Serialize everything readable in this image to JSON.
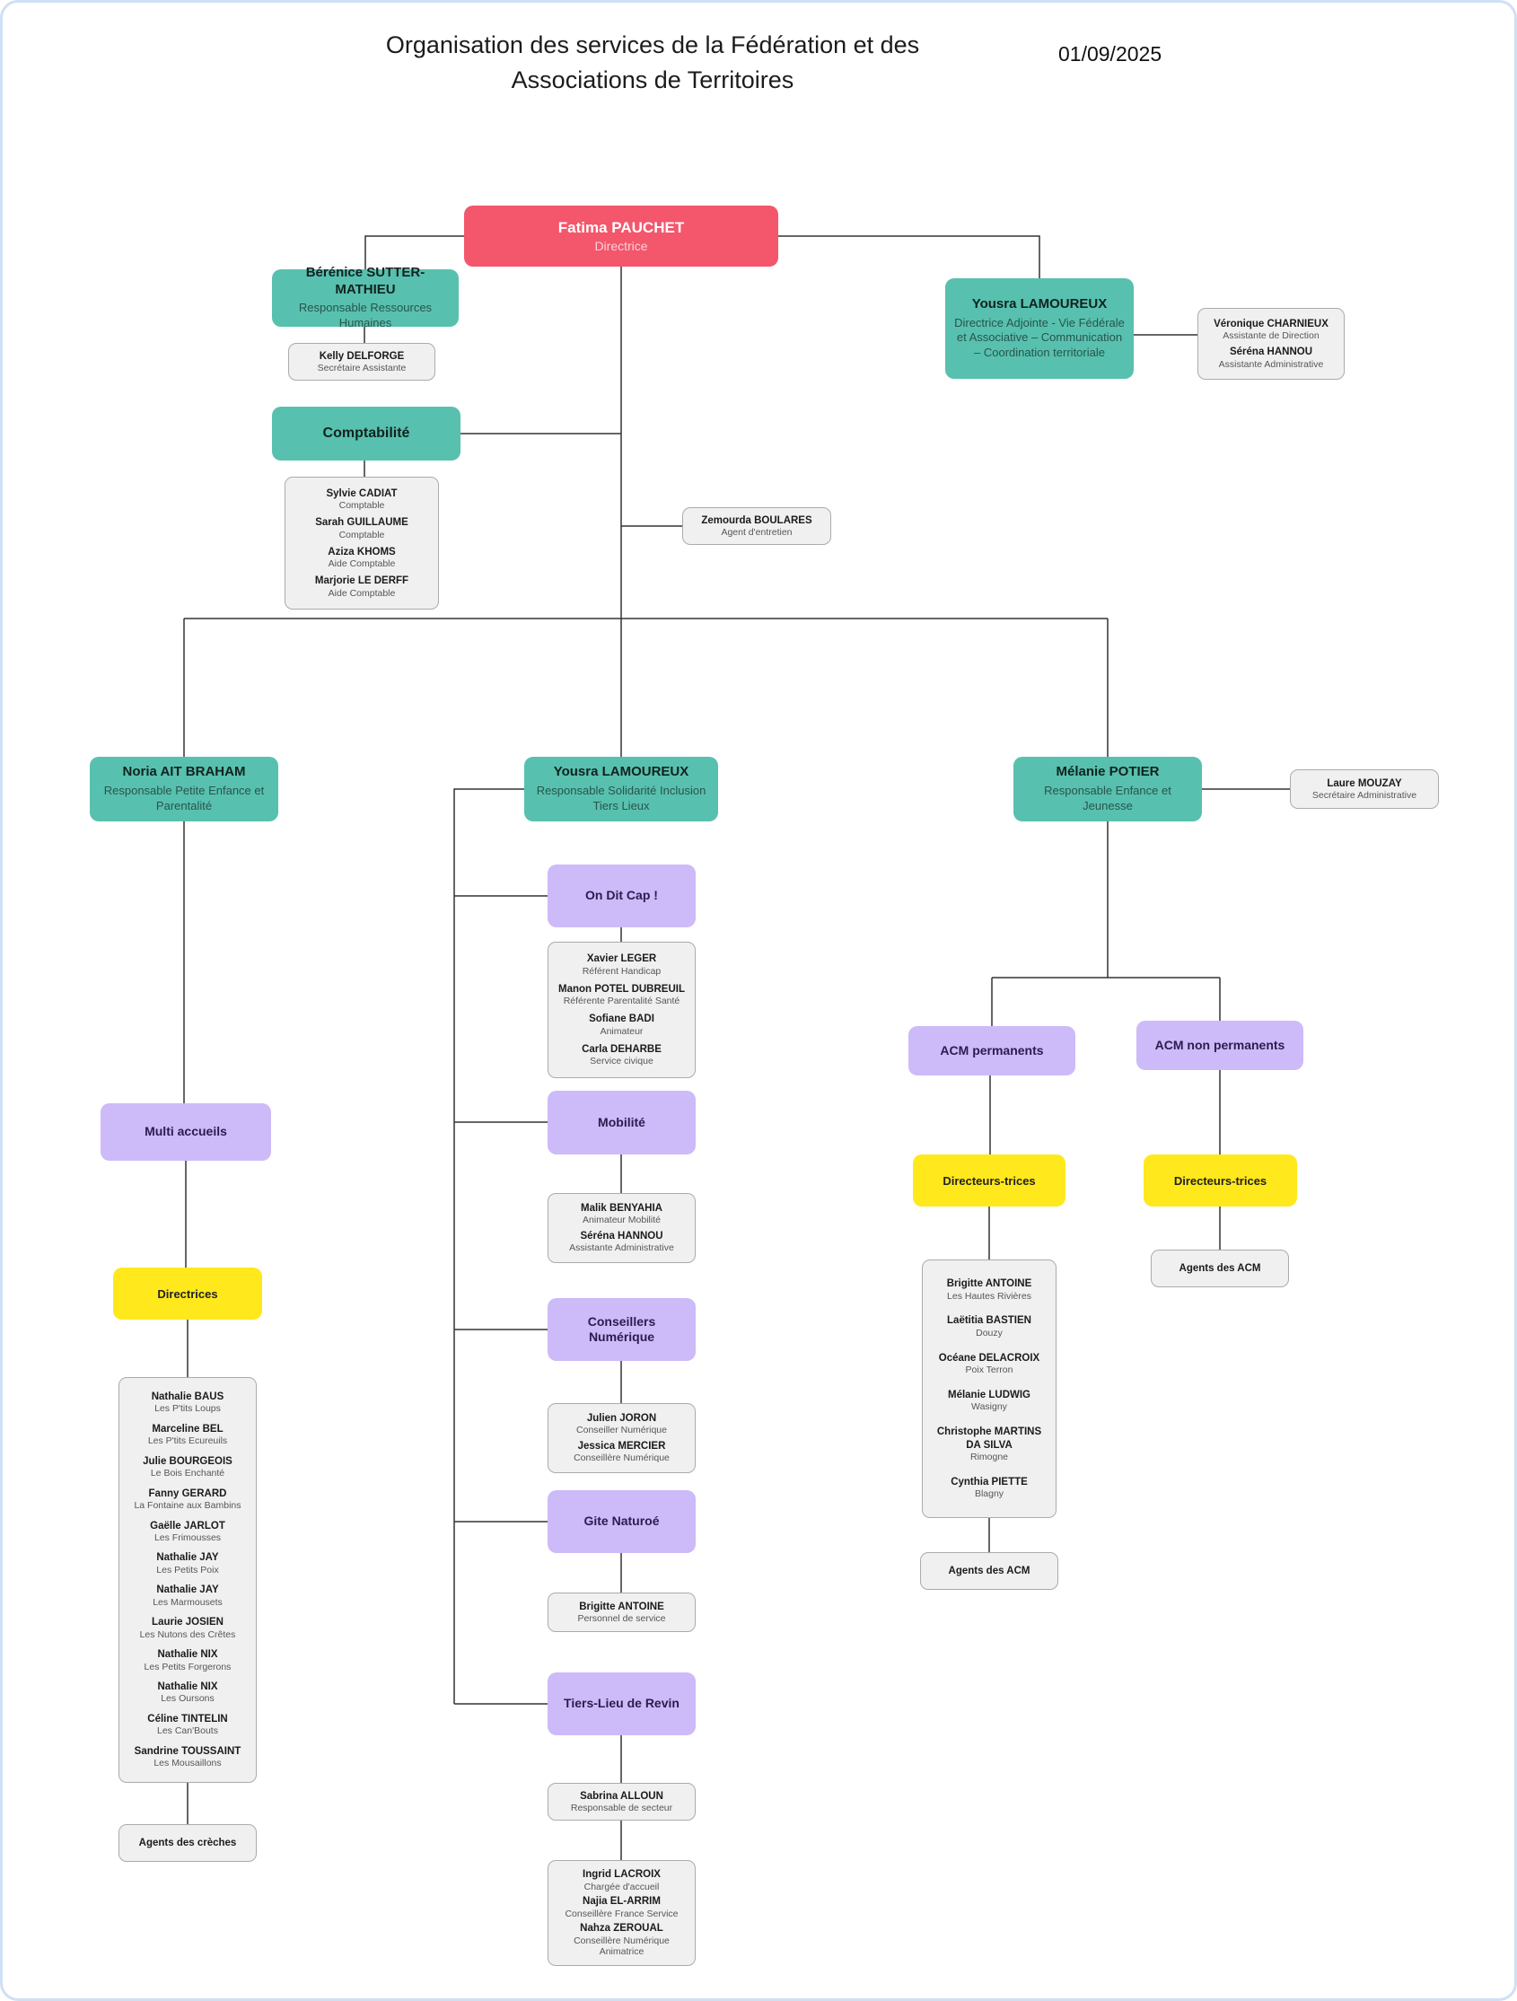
{
  "meta": {
    "title": "Organisation des services de la Fédération et des Associations de Territoires",
    "date": "01/09/2025"
  },
  "colors": {
    "director_red": "#F4566B",
    "manager_teal": "#58C0AF",
    "service_purple": "#CDBAF8",
    "role_yellow": "#FFE81C",
    "staff_gray": "#F0F0F0",
    "frame_blue": "#cfe0f4"
  },
  "nodes": {
    "fatima": {
      "name": "Fatima PAUCHET",
      "role": "Directrice"
    },
    "berenice": {
      "name": "Bérénice SUTTER-MATHIEU",
      "role": "Responsable Ressources Humaines"
    },
    "kelly": {
      "name": "Kelly DELFORGE",
      "role": "Secrétaire Assistante"
    },
    "yousra_adjointe": {
      "name": "Yousra LAMOUREUX",
      "role": "Directrice Adjointe - Vie Fédérale et Associative – Communication – Coordination territoriale"
    },
    "comptabilite": {
      "label": "Comptabilité"
    },
    "zemourda": {
      "name": "Zemourda BOULARES",
      "role": "Agent d'entretien"
    },
    "noria": {
      "name": "Noria AIT BRAHAM",
      "role": "Responsable Petite Enfance et Parentalité"
    },
    "yousra_solidarite": {
      "name": "Yousra LAMOUREUX",
      "role": "Responsable Solidarité Inclusion Tiers Lieux"
    },
    "melanie": {
      "name": "Mélanie POTIER",
      "role": "Responsable Enfance et Jeunesse"
    },
    "laure": {
      "name": "Laure MOUZAY",
      "role": "Secrétaire Administrative"
    },
    "multi_accueils": {
      "label": "Multi accueils"
    },
    "directrices": {
      "label": "Directrices"
    },
    "agents_creches": {
      "label": "Agents des crèches"
    },
    "on_dit_cap": {
      "label": "On Dit Cap !"
    },
    "mobilite": {
      "label": "Mobilité"
    },
    "conseillers_numerique": {
      "label": "Conseillers Numérique"
    },
    "gite_naturoe": {
      "label": "Gite Naturoé"
    },
    "tiers_lieu": {
      "label": "Tiers-Lieu de Revin"
    },
    "sabrina": {
      "name": "Sabrina ALLOUN",
      "role": "Responsable de secteur"
    },
    "acm_permanents": {
      "label": "ACM permanents"
    },
    "acm_non_permanents": {
      "label": "ACM non permanents"
    },
    "directeurs_permanents": {
      "label": "Directeurs-trices"
    },
    "directeurs_non_permanents": {
      "label": "Directeurs-trices"
    },
    "agents_acm_permanents": {
      "label": "Agents des ACM"
    },
    "agents_acm_non_permanents": {
      "label": "Agents des ACM"
    }
  },
  "staff": {
    "direction_assistantes": [
      {
        "name": "Véronique CHARNIEUX",
        "role": "Assistante de Direction"
      },
      {
        "name": "Séréna HANNOU",
        "role": "Assistante Administrative"
      }
    ],
    "comptabilite": [
      {
        "name": "Sylvie CADIAT",
        "role": "Comptable"
      },
      {
        "name": "Sarah GUILLAUME",
        "role": "Comptable"
      },
      {
        "name": "Aziza KHOMS",
        "role": "Aide Comptable"
      },
      {
        "name": "Marjorie LE DERFF",
        "role": "Aide Comptable"
      }
    ],
    "creches_directrices": [
      {
        "name": "Nathalie BAUS",
        "role": "Les P'tits Loups"
      },
      {
        "name": "Marceline BEL",
        "role": "Les P'tits Ecureuils"
      },
      {
        "name": "Julie BOURGEOIS",
        "role": "Le Bois Enchanté"
      },
      {
        "name": "Fanny GERARD",
        "role": "La Fontaine aux Bambins"
      },
      {
        "name": "Gaëlle JARLOT",
        "role": "Les Frimousses"
      },
      {
        "name": "Nathalie JAY",
        "role": "Les Petits Poix"
      },
      {
        "name": "Nathalie JAY",
        "role": "Les Marmousets"
      },
      {
        "name": "Laurie JOSIEN",
        "role": "Les Nutons des Crêtes"
      },
      {
        "name": "Nathalie NIX",
        "role": "Les Petits Forgerons"
      },
      {
        "name": "Nathalie NIX",
        "role": "Les Oursons"
      },
      {
        "name": "Céline TINTELIN",
        "role": "Les Can'Bouts"
      },
      {
        "name": "Sandrine TOUSSAINT",
        "role": "Les Mousaillons"
      }
    ],
    "on_dit_cap": [
      {
        "name": "Xavier LEGER",
        "role": "Référent Handicap"
      },
      {
        "name": "Manon POTEL DUBREUIL",
        "role": "Référente Parentalité Santé"
      },
      {
        "name": "Sofiane BADI",
        "role": "Animateur"
      },
      {
        "name": "Carla DEHARBE",
        "role": "Service civique"
      }
    ],
    "mobilite": [
      {
        "name": "Malik BENYAHIA",
        "role": "Animateur Mobilité"
      },
      {
        "name": "Séréna HANNOU",
        "role": "Assistante Administrative"
      }
    ],
    "conseillers_numerique": [
      {
        "name": "Julien JORON",
        "role": "Conseiller Numérique"
      },
      {
        "name": "Jessica MERCIER",
        "role": "Conseillère Numérique"
      }
    ],
    "gite_naturoe": [
      {
        "name": "Brigitte ANTOINE",
        "role": "Personnel de service"
      }
    ],
    "tiers_lieu": [
      {
        "name": "Ingrid LACROIX",
        "role": "Chargée d'accueil"
      },
      {
        "name": "Najia EL-ARRIM",
        "role": "Conseillère France Service"
      },
      {
        "name": "Nahza ZEROUAL",
        "role": "Conseillère Numérique Animatrice"
      }
    ],
    "acm_directeurs": [
      {
        "name": "Brigitte ANTOINE",
        "role": "Les Hautes Rivières"
      },
      {
        "name": "Laëtitia BASTIEN",
        "role": "Douzy"
      },
      {
        "name": "Océane DELACROIX",
        "role": "Poix Terron"
      },
      {
        "name": "Mélanie LUDWIG",
        "role": "Wasigny"
      },
      {
        "name": "Christophe MARTINS DA SILVA",
        "role": "Rimogne"
      },
      {
        "name": "Cynthia PIETTE",
        "role": "Blagny"
      }
    ]
  }
}
